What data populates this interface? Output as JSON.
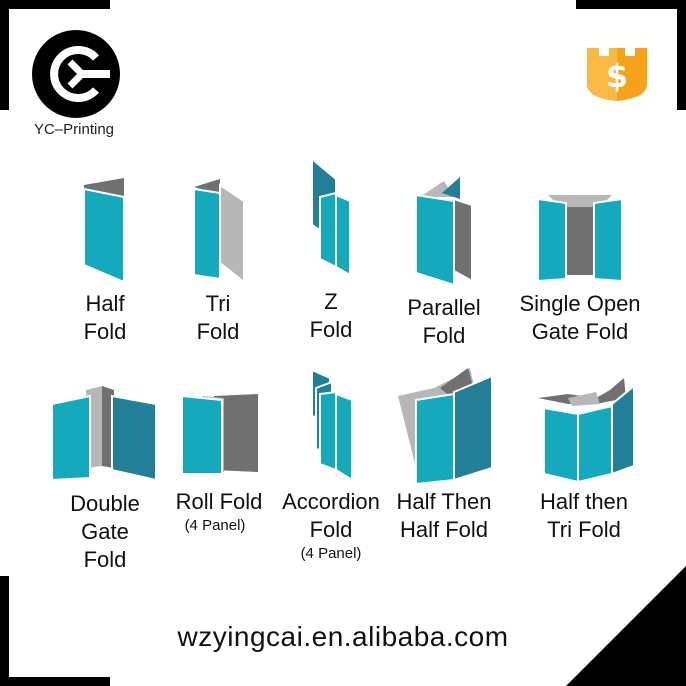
{
  "brand": {
    "name": "YC–Printing"
  },
  "folds": [
    {
      "line1": "Half",
      "line2": "Fold",
      "sub": ""
    },
    {
      "line1": "Tri",
      "line2": "Fold",
      "sub": ""
    },
    {
      "line1": "Z",
      "line2": "Fold",
      "sub": ""
    },
    {
      "line1": "Parallel",
      "line2": "Fold",
      "sub": ""
    },
    {
      "line1": "Single Open",
      "line2": "Gate Fold",
      "sub": ""
    },
    {
      "line1": "Double",
      "line2": "Gate",
      "line3": "Fold",
      "sub": ""
    },
    {
      "line1": "Roll Fold",
      "line2": "",
      "sub": "(4 Panel)"
    },
    {
      "line1": "Accordion",
      "line2": "Fold",
      "sub": "(4 Panel)"
    },
    {
      "line1": "Half Then",
      "line2": "Half Fold",
      "sub": ""
    },
    {
      "line1": "Half then",
      "line2": "Tri Fold",
      "sub": ""
    }
  ],
  "footer": {
    "url": "wzyingcai.en.alibaba.com"
  },
  "icons": {
    "logo": "yc-printing-logo-icon",
    "shield": "dollar-shield-icon"
  },
  "colors": {
    "teal": "#14a9bd",
    "teal_dark": "#237f97",
    "gray_dark": "#707070",
    "gray_light": "#b7b7b7",
    "gold": "#f6a21a",
    "black": "#000000"
  }
}
